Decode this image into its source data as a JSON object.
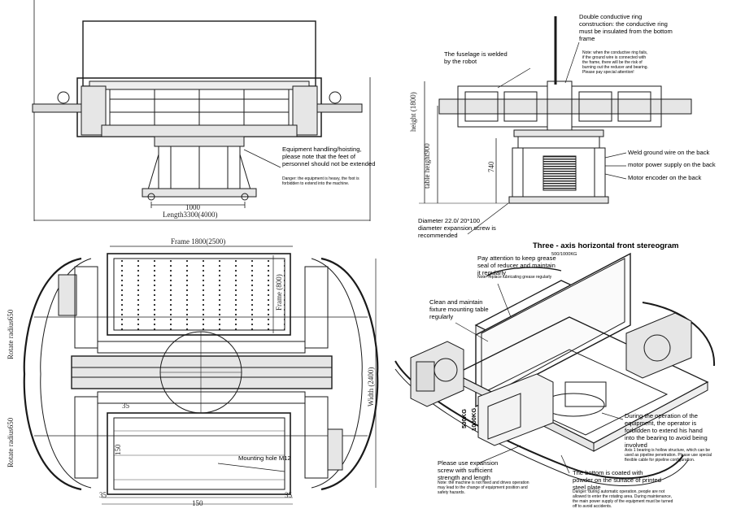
{
  "front_view": {
    "handling_note": "Equipment handling/hoisting, please note that the feet of personnel should not be extended",
    "danger_note": "Danger: the equipment is heavy, the foot is forbidden to extend into the machine.",
    "dim_width": "1000",
    "dim_length": "Length3300(4000)"
  },
  "side_view": {
    "ring_note": "Double conductive ring construction: the conductive ring must be insulated from the bottom frame",
    "ring_warning": "Note: when the conductive ring fails, if the ground wire is connected with the frame, there will be the risk of burning out the reducer and bearing. Please pay special attention!",
    "fuselage_note": "The fuselage is welded by the robot",
    "weld_wire": "Weld ground wire on the back",
    "motor_power": "motor power supply on the back",
    "motor_encoder": "Motor encoder on the back",
    "dim_height": "height (1800)",
    "dim_table_height": "table height900",
    "dim_740": "740",
    "diameter_note": "Diameter 22.0/ 20*100 diameter expansion screw is recommended"
  },
  "plan_view": {
    "dim_frame": "Frame 1800(2500)",
    "dim_frame_side": "Frame (800)",
    "dim_rotate_radius_top": "Rotate radius650",
    "dim_rotate_radius_bottom": "Rotate radius650",
    "dim_width": "Width (2400)",
    "mounting_hole": "Mounting hole M12",
    "dim_35_top": "35",
    "dim_35_bottom_left": "35",
    "dim_35_bottom_right": "35",
    "dim_150": "150"
  },
  "stereogram": {
    "title": "Three - axis horizontal front stereogram",
    "capacity": "500/1000KG",
    "grease_note": "Pay attention to keep grease seal of reducer and maintain it regularly",
    "grease_sub": "Note: replace lubricating grease regularly",
    "fixture_note": "Clean and maintain fixture mounting table regularly",
    "label_500kg": "500KG",
    "label_1000kg": "1000KG",
    "operation_note": "During the operation of the equipment, the operator is forbidden to extend his hand into the bearing to avoid being involved",
    "axis_note": "Axis 1 bearing is hollow structure, which can be used as pipeline penetration. Please use special flexible cable for pipeline configuration.",
    "expansion_note": "Please use expansion screw with sufficient strength and length",
    "expansion_sub": "Note: the machine is not fixed and drives operation may lead to the change of equipment position and safety hazards.",
    "bottom_note": "The bottom is coated with powder on the surface of printed steel plate",
    "bottom_danger": "Danger: during automatic operation, people are not allowed to enter the rotating area. During maintenance, the main power supply of the equipment must be turned off to avoid accidents."
  },
  "colors": {
    "line": "#1a1a1a",
    "fill": "#e6e6e6",
    "paper": "#ffffff"
  }
}
